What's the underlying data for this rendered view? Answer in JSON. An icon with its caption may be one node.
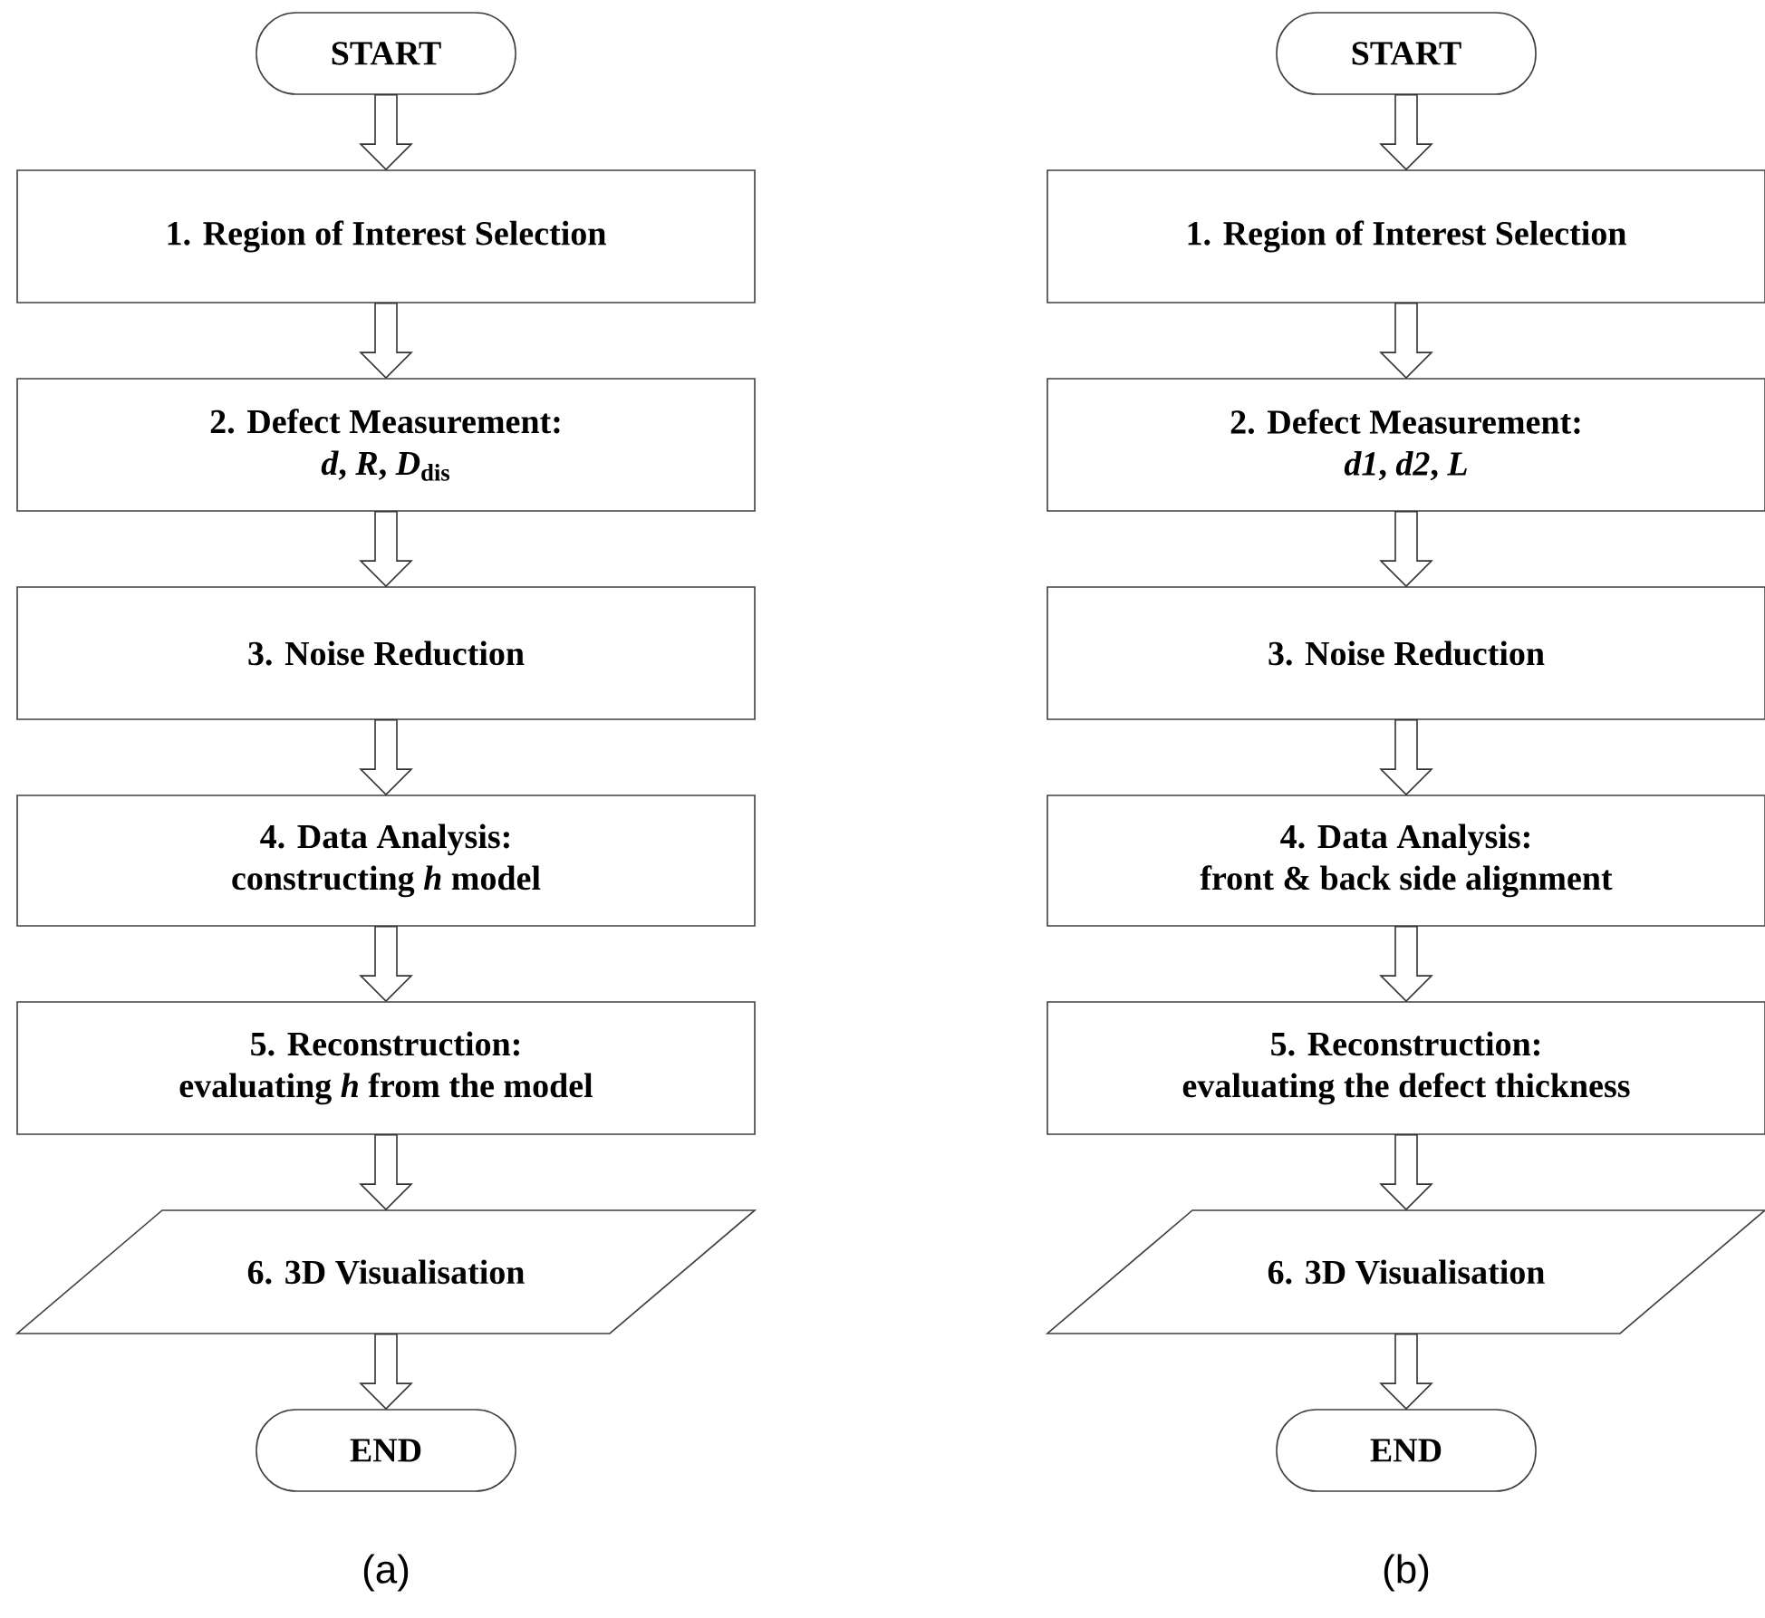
{
  "diagram": {
    "nodes": [
      {
        "text": [
          "START"
        ]
      },
      {
        "text": [
          "1. Region of Interest Selection"
        ]
      },
      {
        "text": [
          "2. Defect Measurement:",
          "*d*, *R*, *D*$_{dis}$"
        ]
      },
      {
        "text": [
          "3. Noise Reduction"
        ]
      },
      {
        "text": [
          "4. Data Analysis:",
          "constructing *h* model"
        ]
      },
      {
        "text": [
          "5. Reconstruction:",
          "evaluating *h* from the model"
        ]
      },
      {
        "text": [
          "6. 3D Visualisation"
        ]
      },
      {
        "text": [
          "END"
        ]
      },
      {
        "text": [
          "START"
        ]
      },
      {
        "text": [
          "1. Region of Interest Selection"
        ]
      },
      {
        "text": [
          "2. Defect Measurement:",
          "*d1*, *d2*, *L*"
        ]
      },
      {
        "text": [
          "3. Noise Reduction"
        ]
      },
      {
        "text": [
          "4. Data Analysis:",
          "front & back side alignment"
        ]
      },
      {
        "text": [
          "5. Reconstruction:",
          "evaluating the defect thickness"
        ]
      },
      {
        "text": [
          "6. 3D Visualisation"
        ]
      },
      {
        "text": [
          "END"
        ]
      }
    ],
    "edges": [
      {
        "from": 0,
        "to": 1,
        "arrow": "to"
      },
      {
        "from": 1,
        "to": 2,
        "arrow": "to"
      },
      {
        "from": 2,
        "to": 3,
        "arrow": "to"
      },
      {
        "from": 3,
        "to": 4,
        "arrow": "to"
      },
      {
        "from": 4,
        "to": 5,
        "arrow": "to"
      },
      {
        "from": 5,
        "to": 6,
        "arrow": "to"
      },
      {
        "from": 6,
        "to": 7,
        "arrow": "to"
      },
      {
        "from": 8,
        "to": 9,
        "arrow": "to"
      },
      {
        "from": 9,
        "to": 10,
        "arrow": "to"
      },
      {
        "from": 10,
        "to": 11,
        "arrow": "to"
      },
      {
        "from": 11,
        "to": 12,
        "arrow": "to"
      },
      {
        "from": 12,
        "to": 13,
        "arrow": "to"
      },
      {
        "from": 13,
        "to": 14,
        "arrow": "to"
      },
      {
        "from": 14,
        "to": 15,
        "arrow": "to"
      }
    ],
    "labels": [
      "(a)",
      "(b)"
    ]
  }
}
